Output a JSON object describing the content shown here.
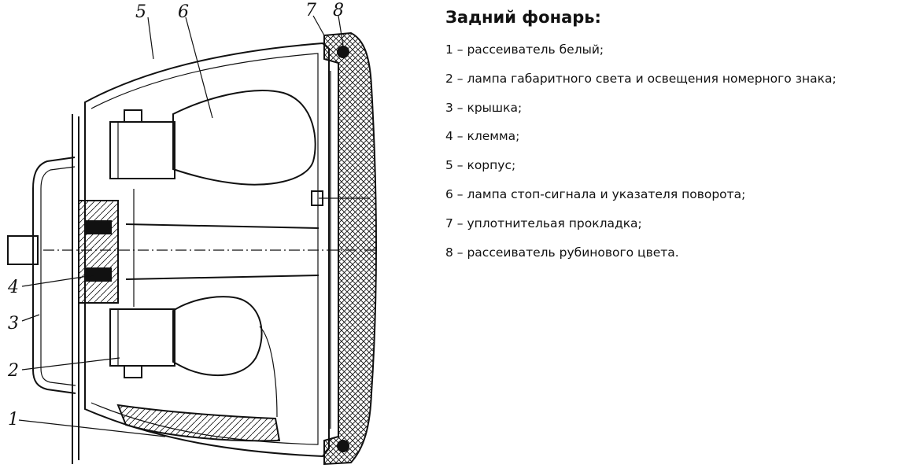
{
  "title": "Задний фонарь:",
  "legend": [
    "1 – рассеиватель белый;",
    "2 – лампа габаритного света и освещения номерного знака;",
    "3 – крышка;",
    "4 – клемма;",
    "5 – корпус;",
    "6 – лампа стоп-сигнала и указателя поворота;",
    "7 – уплотнительая прокладка;",
    "8 – рассеиватель рубинового цвета."
  ],
  "callouts": [
    "1",
    "2",
    "3",
    "4",
    "5",
    "6",
    "7",
    "8"
  ]
}
